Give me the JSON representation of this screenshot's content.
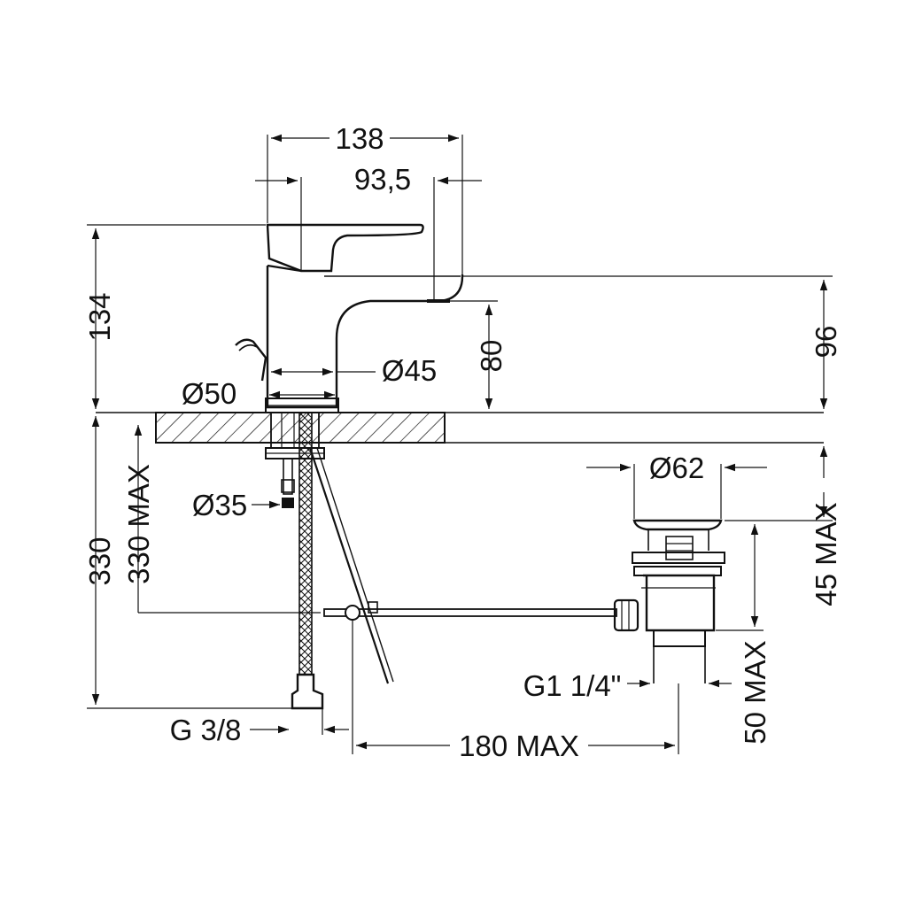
{
  "dimensions": {
    "width_138": "138",
    "width_93_5": "93,5",
    "height_134": "134",
    "height_80": "80",
    "height_96": "96",
    "dia_45": "Ø45",
    "dia_50": "Ø50",
    "dia_35": "Ø35",
    "dia_62": "Ø62",
    "height_330": "330",
    "height_330_max": "330 MAX",
    "height_45_max": "45 MAX",
    "height_50_max": "50 MAX",
    "thread_g1_1_4": "G1 1/4\"",
    "thread_g3_8": "G 3/8",
    "length_180_max": "180 MAX"
  }
}
